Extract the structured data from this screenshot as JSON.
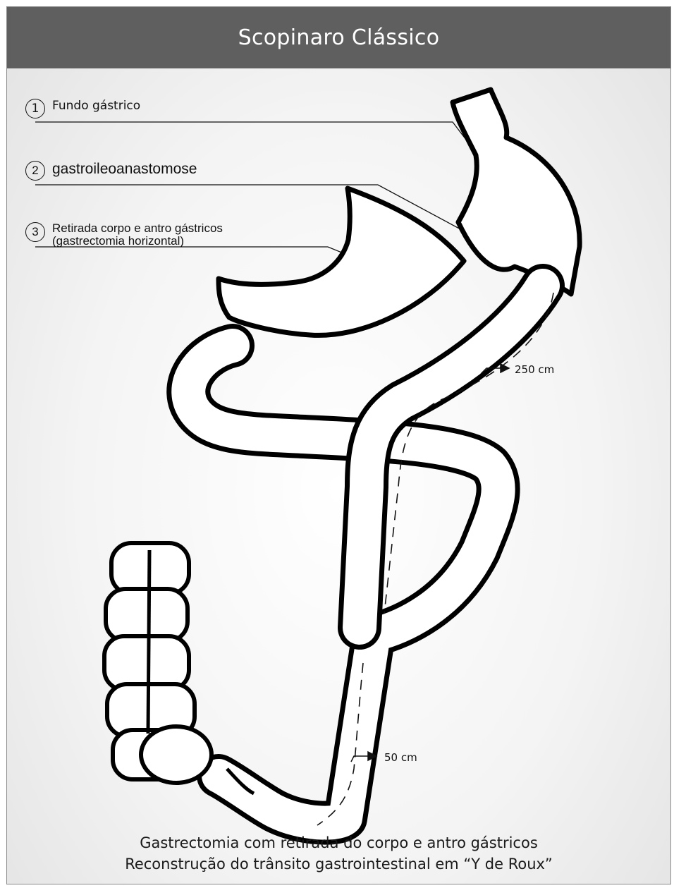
{
  "title": "Scopinaro Clássico",
  "callouts": [
    {
      "number": "1",
      "label": "Fundo gástrico"
    },
    {
      "number": "2",
      "label": "gastroileoanastomose"
    },
    {
      "number": "3",
      "label_line1": "Retirada corpo e antro gástricos",
      "label_line2": "(gastrectomia horizontal)"
    }
  ],
  "distances": {
    "upper": "250 cm",
    "lower": "50 cm"
  },
  "caption": {
    "line1": "Gastrectomia com retirada do corpo e antro gástricos",
    "line2": "Reconstrução do trânsito  gastrointestinal em “Y de Roux”"
  }
}
